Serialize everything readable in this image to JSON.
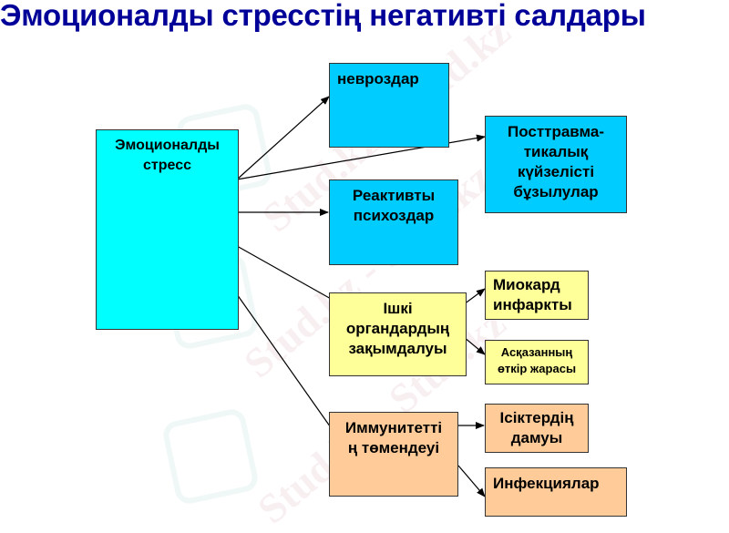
{
  "title": "Эмоционалды стресстің негативті салдары",
  "colors": {
    "title": "#000099",
    "main_box": "#00FFFF",
    "blue_box": "#00CCFF",
    "yellow_box": "#FFFF99",
    "peach_box": "#FFCC99"
  },
  "watermark": "Stud.kz - Stud.kz",
  "nodes": {
    "root": "Эмоционалды\nстресс",
    "neuroses": "невроздар",
    "ptsd": "Посттравма-\nтикалық\nкүйзелісті\nбұзылулар",
    "reactive_psychoses": "Реактивты\nпсихоздар",
    "internal_organs": "Ішкі\nоргандардың\nзақымдалуы",
    "myocardial_infarction": "Миокард\nинфаркты",
    "stomach_ulcer": "Асқазанның\nөткір жарасы",
    "immunity_decrease": "Иммунитетті\nң төмендеуі",
    "tumors": "Ісіктердің\nдамуы",
    "infections": "Инфекциялар"
  },
  "edges": [
    {
      "from": "root",
      "to": "neuroses"
    },
    {
      "from": "root",
      "to": "ptsd"
    },
    {
      "from": "root",
      "to": "reactive_psychoses"
    },
    {
      "from": "root",
      "to": "internal_organs"
    },
    {
      "from": "root",
      "to": "immunity_decrease"
    },
    {
      "from": "internal_organs",
      "to": "myocardial_infarction"
    },
    {
      "from": "internal_organs",
      "to": "stomach_ulcer"
    },
    {
      "from": "immunity_decrease",
      "to": "tumors"
    },
    {
      "from": "immunity_decrease",
      "to": "infections"
    }
  ]
}
